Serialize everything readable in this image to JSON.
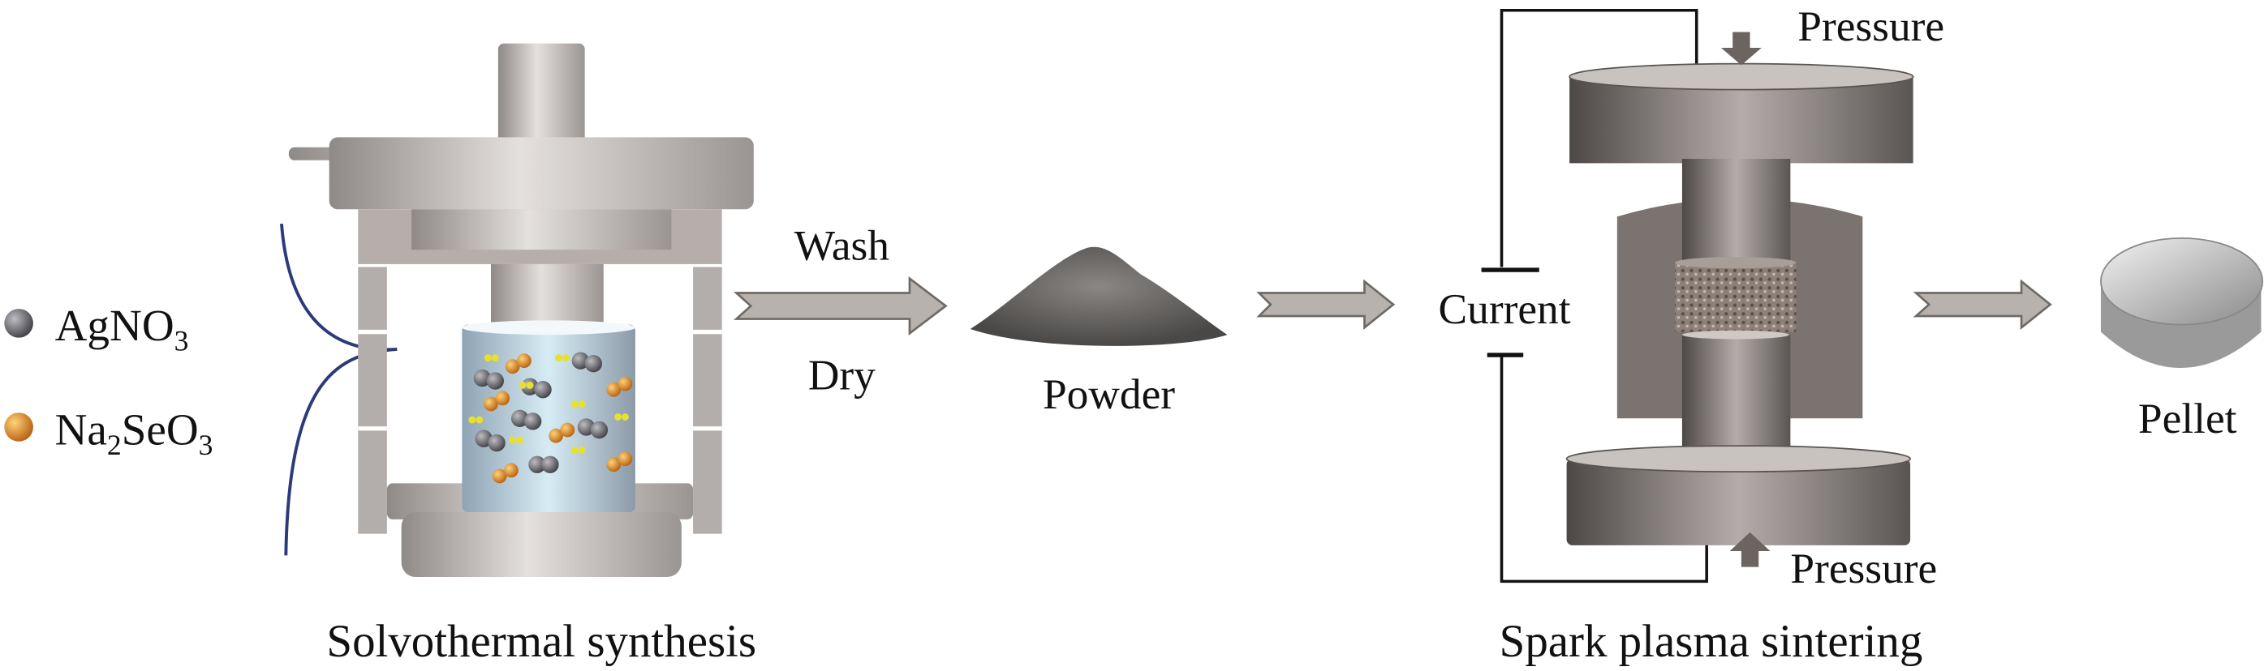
{
  "legend": {
    "items": [
      {
        "main": "AgNO",
        "sub": "3",
        "tail": "",
        "sub2": "",
        "color": "#55555a"
      },
      {
        "main": "Na",
        "sub": "2",
        "tail": "SeO",
        "sub2": "3",
        "color": "#e08a1e"
      }
    ]
  },
  "steps": {
    "solvothermal": "Solvothermal synthesis",
    "wash": "Wash",
    "dry": "Dry",
    "powder": "Powder",
    "current": "Current",
    "pressure_top": "Pressure",
    "pressure_bottom": "Pressure",
    "sps": "Spark plasma sintering",
    "pellet": "Pellet"
  },
  "colors": {
    "curve": "#2b3a78",
    "arrow_fill": "#b8b2ae",
    "arrow_stroke": "#6e6a66",
    "metal_dark": "#5a5553",
    "metal_light": "#cfc9c6",
    "liquid": "#bcdbe8"
  }
}
